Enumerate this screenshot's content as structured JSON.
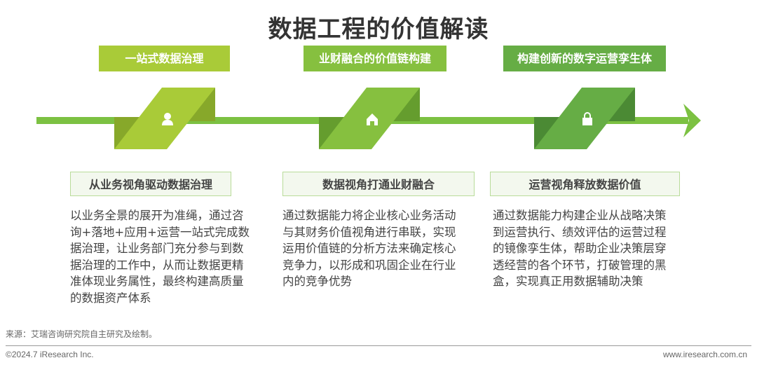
{
  "title": "数据工程的价值解读",
  "pillars": [
    {
      "tag": "一站式数据治理",
      "icon": "user-icon",
      "color": "#a9cb38",
      "dark": "#87a82a",
      "subtitle": "从业务视角驱动数据治理",
      "lines": [
        "以业务全景的展开为准绳，通过咨",
        "询+落地+应用+运营一站式完成数",
        "据治理，让业务部门充分参与到数",
        "据治理的工作中，从而让数据更精",
        "准体现业务属性，最终构建高质量",
        "的数据资产体系"
      ]
    },
    {
      "tag": "业财融合的价值链构建",
      "icon": "home-icon",
      "color": "#86c03f",
      "dark": "#659d2e",
      "subtitle": "数据视角打通业财融合",
      "lines": [
        "通过数据能力将企业核心业务活动",
        "与其财务价值视角进行串联，实现",
        "运用价值链的分析方法来确定核心",
        "竞争力，以形成和巩固企业在行业",
        "内的竞争优势"
      ]
    },
    {
      "tag": "构建创新的数字运营孪生体",
      "icon": "lock-icon",
      "color": "#66ad45",
      "dark": "#4b8a34",
      "subtitle": "运营视角释放数据价值",
      "lines": [
        "通过数据能力构建企业从战略决策",
        "到运营执行、绩效评估的运营过程",
        "的镜像孪生体，帮助企业决策层穿",
        "透经营的各个环节，打破管理的黑",
        "盒，实现真正用数据辅助决策"
      ]
    }
  ],
  "line_color": "#7cc142",
  "footer": {
    "source": "来源：艾瑞咨询研究院自主研究及绘制。",
    "copyright": "©2024.7 iResearch Inc.",
    "website": "www.iresearch.com.cn"
  }
}
